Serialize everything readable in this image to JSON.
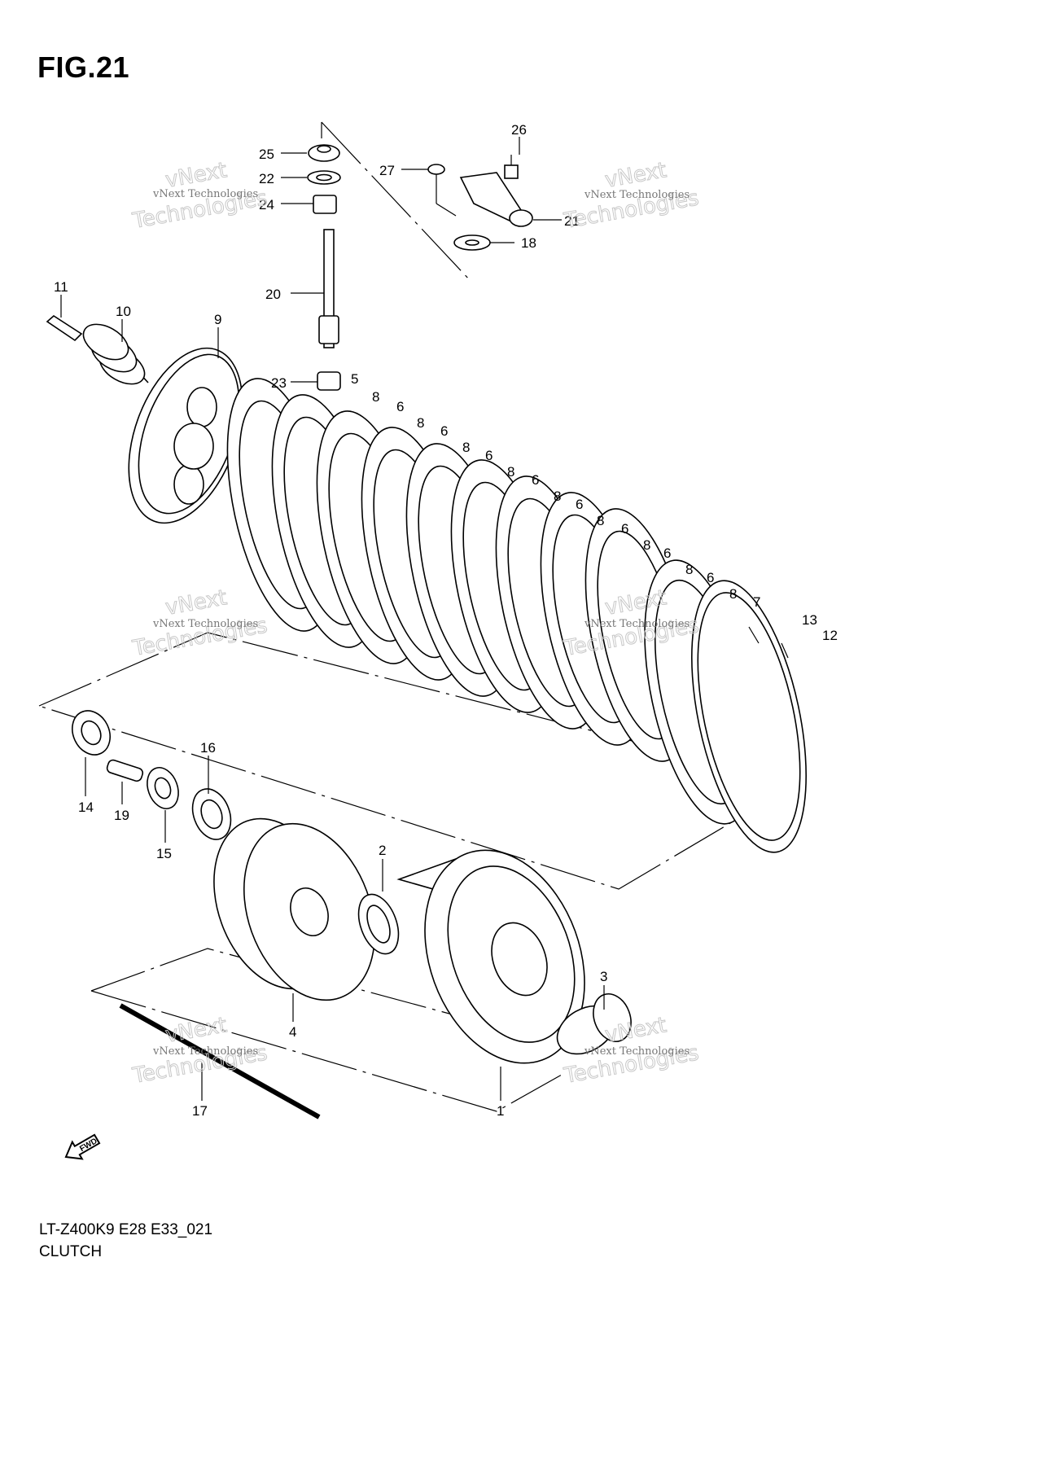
{
  "figure": {
    "title": "FIG.21",
    "model_code": "LT-Z400K9 E28 E33_021",
    "section": "CLUTCH",
    "fwd_label": "FWD"
  },
  "watermarks": {
    "small": "vNext Technologies",
    "big_top": "vNext",
    "big_bottom": "Technologies"
  },
  "callouts": [
    "25",
    "22",
    "24",
    "20",
    "23",
    "27",
    "26",
    "21",
    "18",
    "11",
    "10",
    "9",
    "5",
    "8",
    "6",
    "8",
    "6",
    "8",
    "6",
    "8",
    "6",
    "8",
    "6",
    "8",
    "6",
    "8",
    "6",
    "8",
    "6",
    "8",
    "7",
    "13",
    "12",
    "14",
    "19",
    "16",
    "15",
    "2",
    "4",
    "3",
    "1",
    "17"
  ]
}
